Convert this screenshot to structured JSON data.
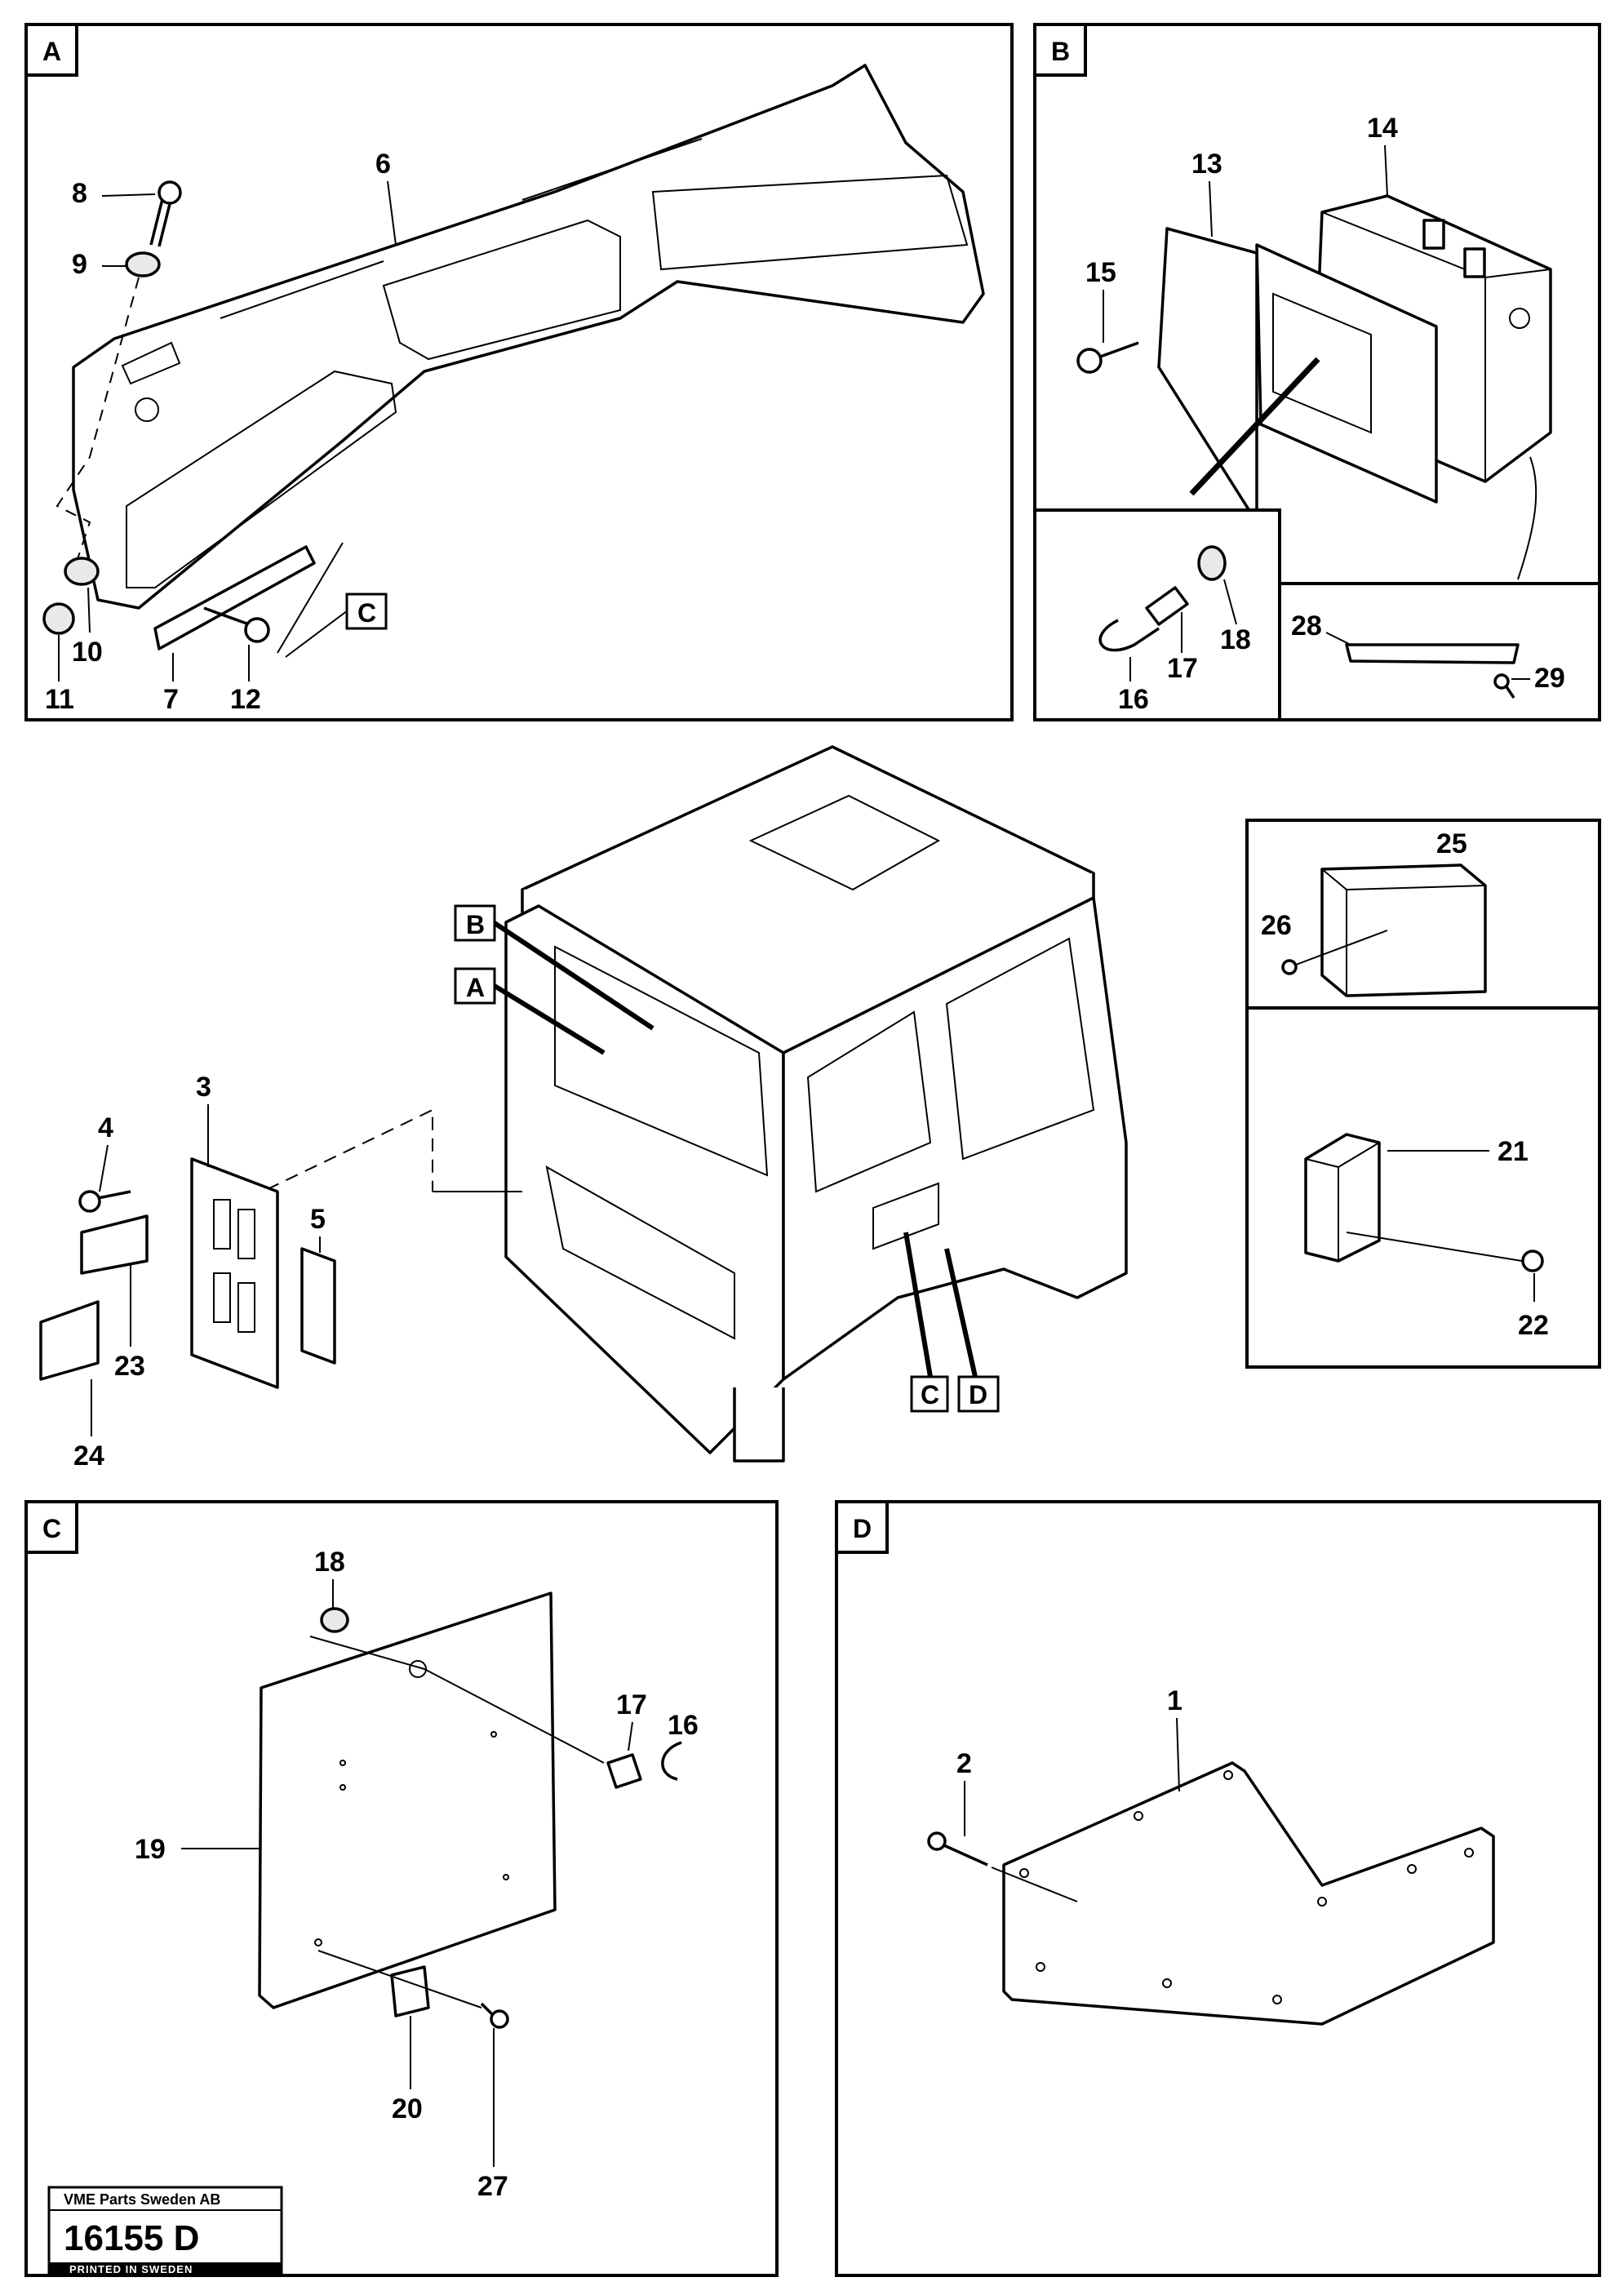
{
  "panels": {
    "A": {
      "label": "A",
      "callouts": [
        "6",
        "7",
        "8",
        "9",
        "10",
        "11",
        "12"
      ],
      "ref": "C"
    },
    "B": {
      "label": "B",
      "callouts": [
        "13",
        "14",
        "15",
        "16",
        "17",
        "18",
        "28",
        "29"
      ]
    },
    "C": {
      "label": "C",
      "callouts": [
        "16",
        "17",
        "18",
        "19",
        "20",
        "27"
      ]
    },
    "D": {
      "label": "D",
      "callouts": [
        "1",
        "2"
      ]
    },
    "E": {
      "callouts": [
        "25",
        "26"
      ]
    },
    "F": {
      "callouts": [
        "21",
        "22"
      ]
    }
  },
  "main": {
    "callouts": [
      "3",
      "4",
      "5",
      "23",
      "24"
    ],
    "refs": [
      "A",
      "B",
      "C",
      "D"
    ]
  },
  "stamp": {
    "company": "VME Parts Sweden AB",
    "number": "16155 D",
    "printed": "PRINTED IN SWEDEN"
  }
}
